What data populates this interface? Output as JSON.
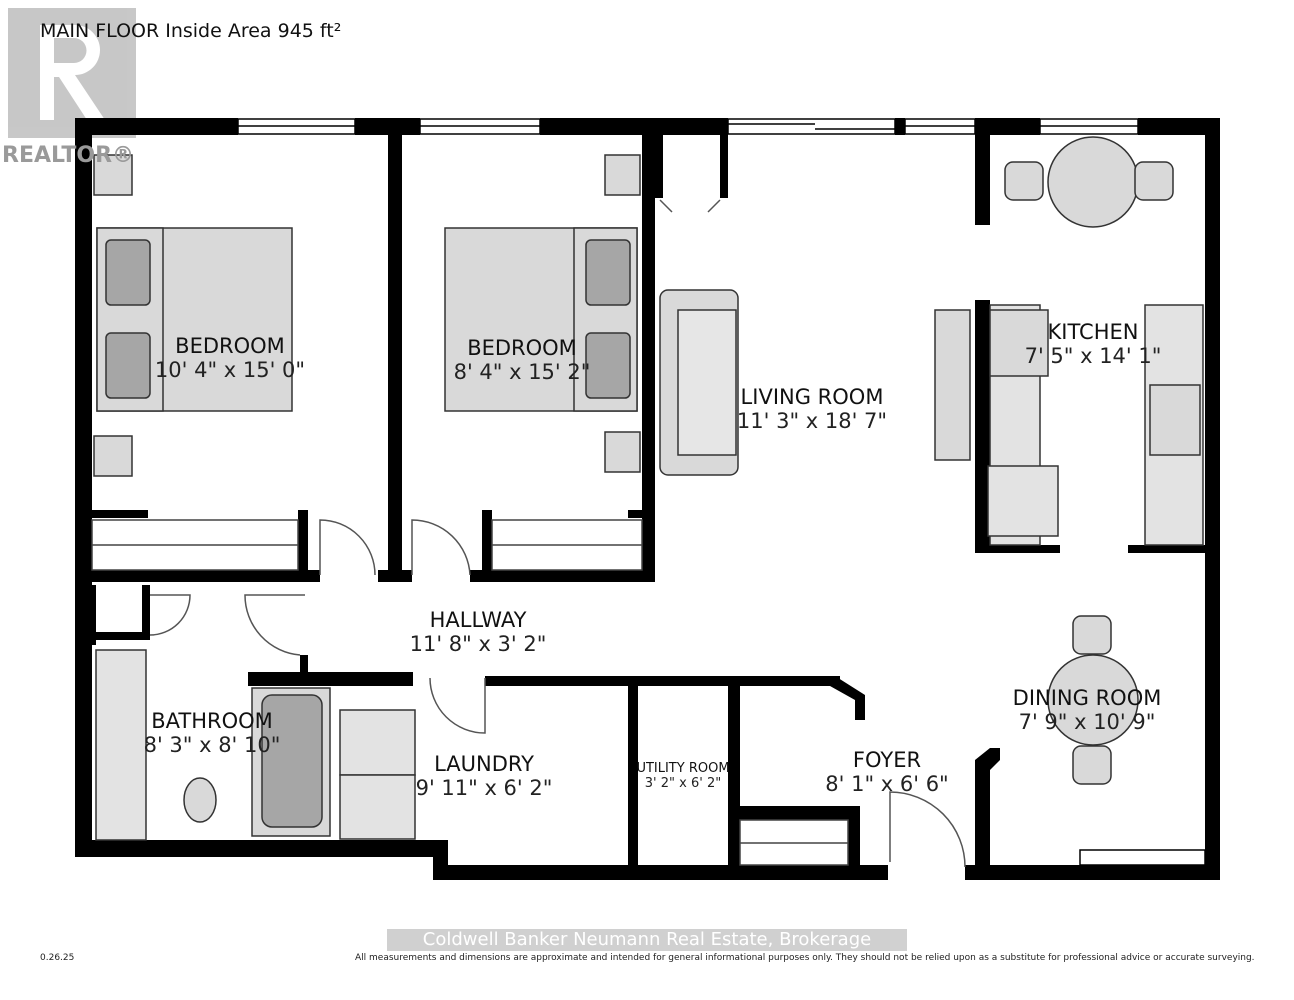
{
  "title": "MAIN FLOOR Inside Area 945 ft²",
  "logo_text": "REALTOR®",
  "rooms": [
    {
      "name": "BEDROOM",
      "dims": "10' 4\" x 15' 0\""
    },
    {
      "name": "BEDROOM",
      "dims": "8' 4\" x 15' 2\""
    },
    {
      "name": "LIVING ROOM",
      "dims": "11' 3\" x 18' 7\""
    },
    {
      "name": "KITCHEN",
      "dims": "7' 5\" x 14' 1\""
    },
    {
      "name": "HALLWAY",
      "dims": "11' 8\" x 3' 2\""
    },
    {
      "name": "DINING ROOM",
      "dims": "7' 9\" x 10' 9\""
    },
    {
      "name": "BATHROOM",
      "dims": "8' 3\" x 8' 10\""
    },
    {
      "name": "LAUNDRY",
      "dims": "9' 11\" x 6' 2\""
    },
    {
      "name": "UTILITY ROOM",
      "dims": "3' 2\" x 6' 2\""
    },
    {
      "name": "FOYER",
      "dims": "8' 1\" x 6' 6\""
    }
  ],
  "footer": {
    "version": "0.26.25",
    "watermark": "Coldwell Banker Neumann Real Estate, Brokerage",
    "disclaimer": "All measurements and dimensions are approximate and intended for general informational purposes only. They should not be relied upon as a substitute for professional advice or accurate surveying."
  },
  "colors": {
    "wall": "#000000",
    "furniture": "#d9d9d9",
    "furniture_dark": "#a6a6a6"
  }
}
